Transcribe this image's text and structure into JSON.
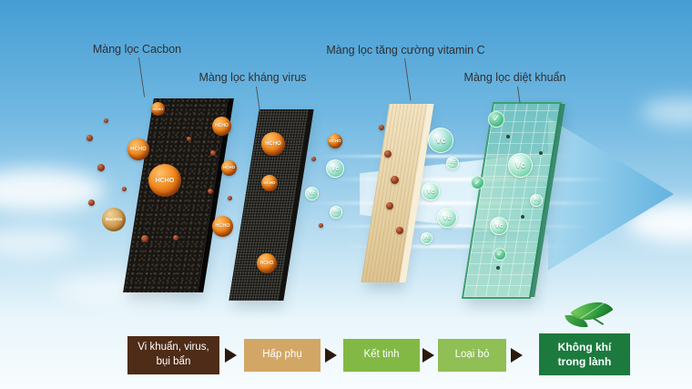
{
  "filters": {
    "carbon": {
      "label": "Màng lọc Cacbon"
    },
    "antivirus": {
      "label": "Màng lọc kháng virus"
    },
    "vitamin_c": {
      "label": "Màng lọc tăng cường vitamin C"
    },
    "antibacterial": {
      "label": "Màng lọc diệt khuẩn"
    }
  },
  "particles": {
    "hcho": "HCHO",
    "vc": "Vc",
    "bacteria": "Bacteria",
    "check": "✓"
  },
  "flow": {
    "steps": [
      {
        "id": "pollutants",
        "label": "Vi khuẩn, virus,\nbụi bẩn",
        "bg": "#4e2c17"
      },
      {
        "id": "adsorb",
        "label": "Hấp phụ",
        "bg": "#d2a766"
      },
      {
        "id": "crystallize",
        "label": "Kết tinh",
        "bg": "#82b944"
      },
      {
        "id": "remove",
        "label": "Loại bỏ",
        "bg": "#8fbf55"
      },
      {
        "id": "fresh_air",
        "label": "Không khí\ntrong lành",
        "bg": "#1c7a3e"
      }
    ]
  },
  "palette": {
    "sky_top": "#459dd4",
    "arrow_blue": "#7ec2e6",
    "hcho_orange": "#f28a1e",
    "vc_green": "#37aa78",
    "wood_tan": "#e8d7ae",
    "leaf_green": "#2c9a3d"
  }
}
